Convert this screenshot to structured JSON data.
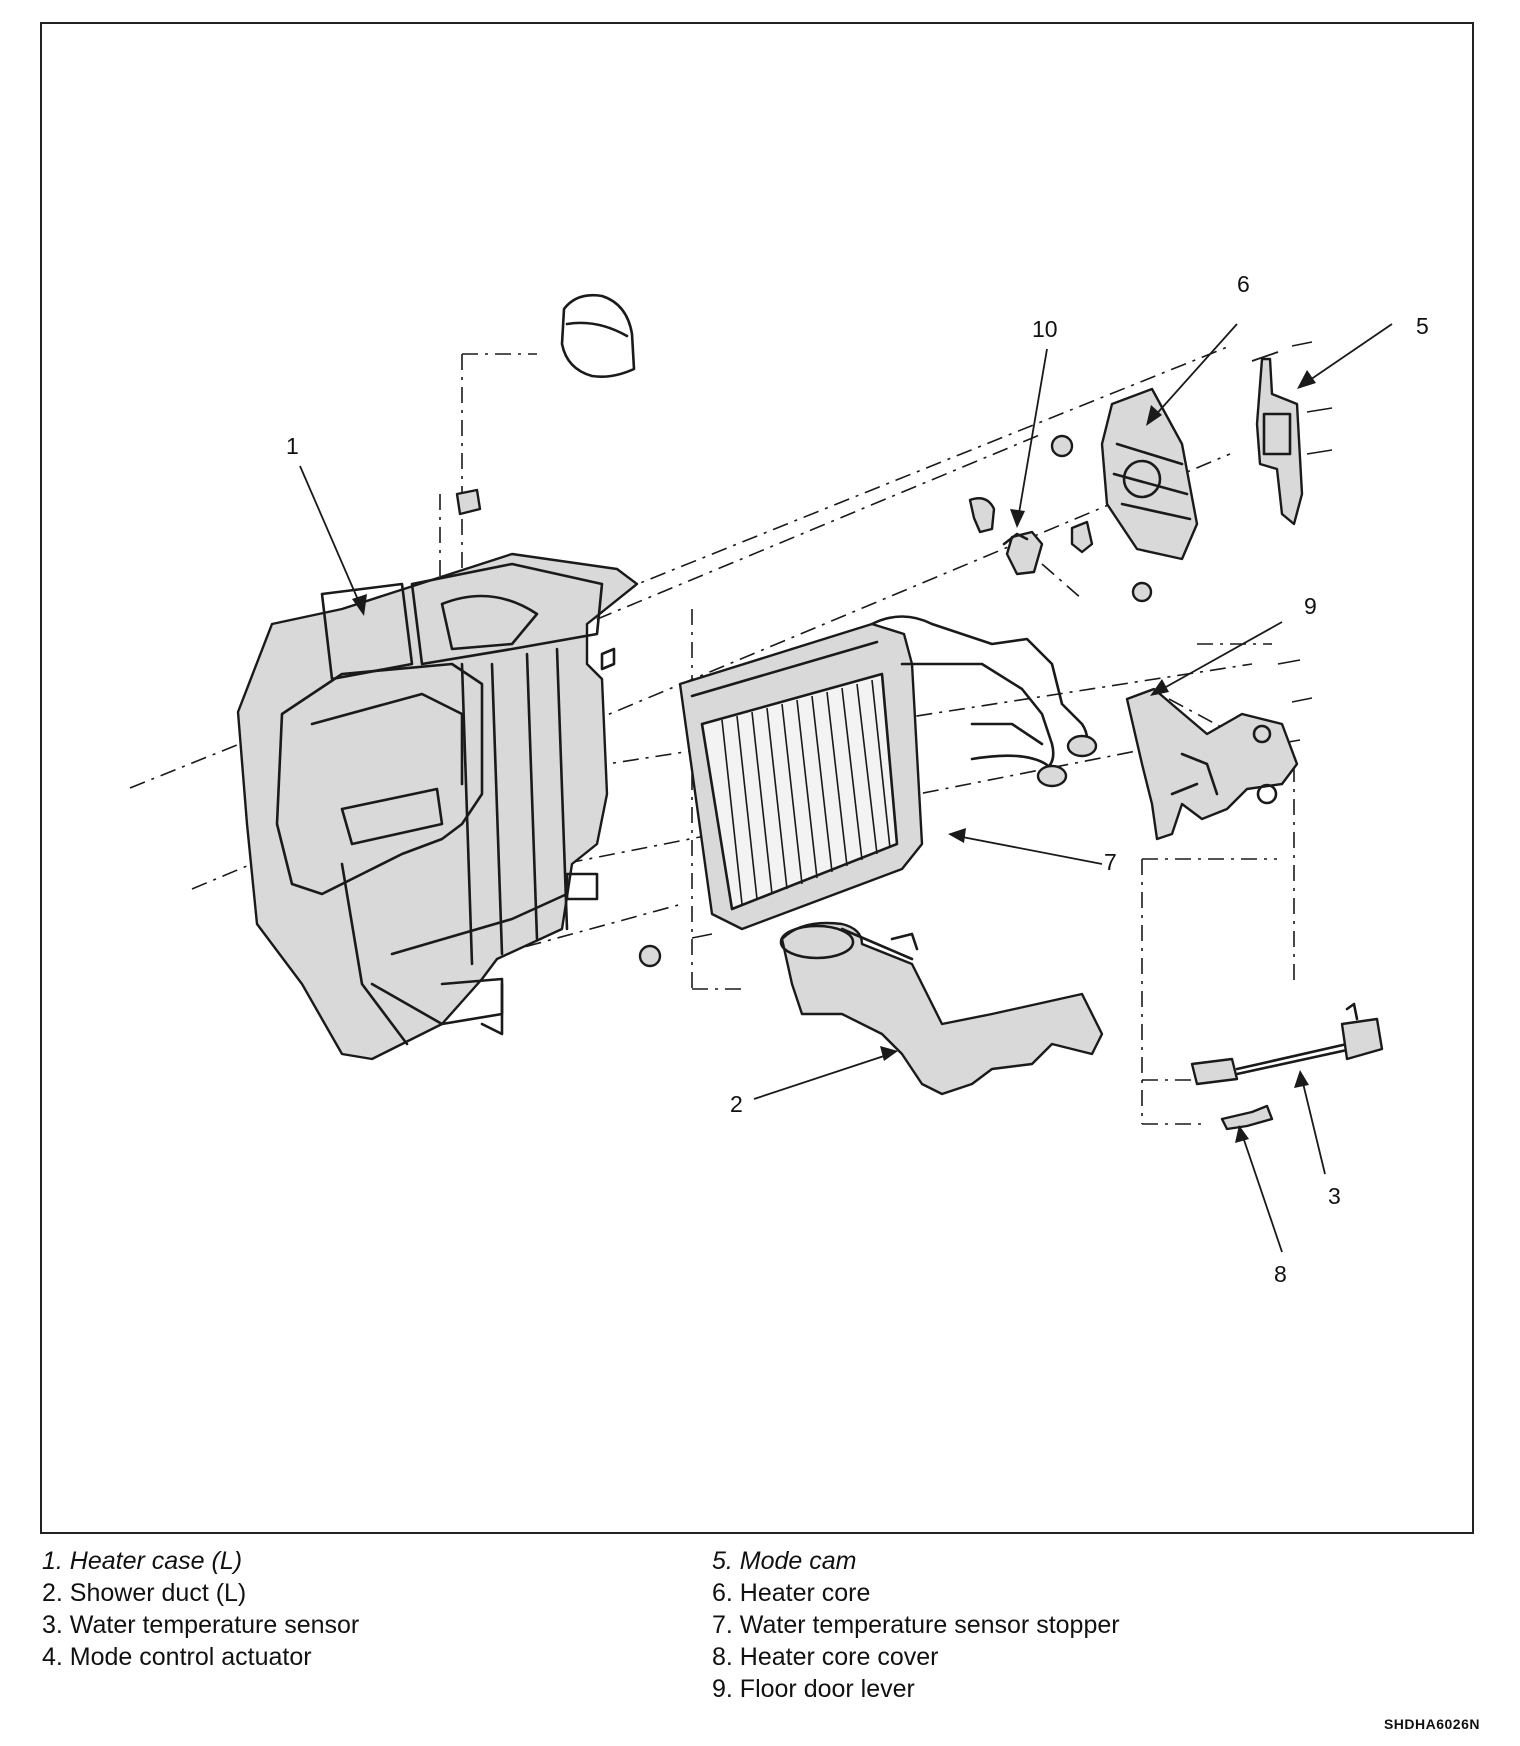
{
  "callouts": [
    "1",
    "2",
    "3",
    "5",
    "6",
    "7",
    "8",
    "9",
    "10"
  ],
  "legend": {
    "left": [
      "1. Heater case (L)",
      "2. Shower duct (L)",
      "3. Water temperature sensor",
      "4. Mode control actuator"
    ],
    "right": [
      "5. Mode cam",
      "6. Heater core",
      "7. Water temperature sensor stopper",
      "8. Heater core cover",
      "9. Floor door lever"
    ]
  },
  "figure_code": "SHDHA6026N"
}
